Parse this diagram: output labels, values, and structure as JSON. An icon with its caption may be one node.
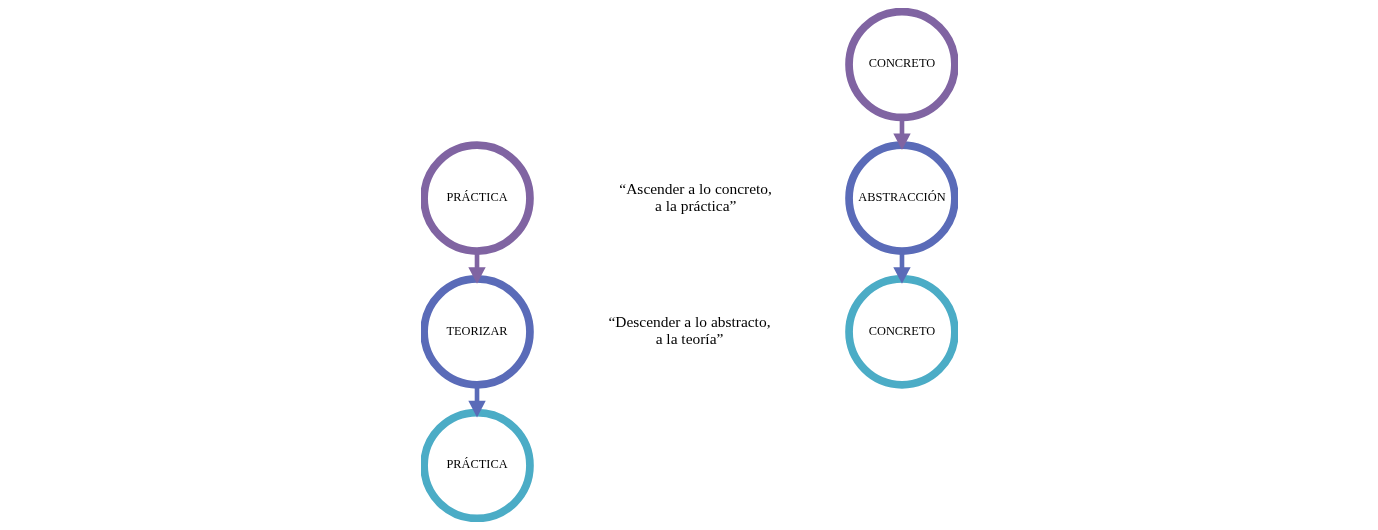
{
  "diagram": {
    "nodes": [
      {
        "text": [
          "CONCRETO"
        ]
      },
      {
        "text": [
          "ABSTRACCIÓN"
        ]
      },
      {
        "text": [
          "CONCRETO"
        ]
      },
      {
        "text": [
          "PRÁCTICA"
        ]
      },
      {
        "text": [
          "TEORIZAR"
        ]
      },
      {
        "text": [
          "PRÁCTICA"
        ]
      }
    ],
    "edges": [
      {
        "from": 0,
        "to": 1,
        "arrow": "to",
        "color": "#8064a2"
      },
      {
        "from": 1,
        "to": 2,
        "arrow": "to",
        "color": "#5a6bb8"
      },
      {
        "from": 3,
        "to": 4,
        "arrow": "to",
        "color": "#8064a2"
      },
      {
        "from": 4,
        "to": 5,
        "arrow": "to",
        "color": "#5a6bb8"
      }
    ],
    "labels": [
      "“Ascender a lo concreto, a la práctica”",
      "“Descender a lo abstracto, a la teoría”"
    ]
  }
}
